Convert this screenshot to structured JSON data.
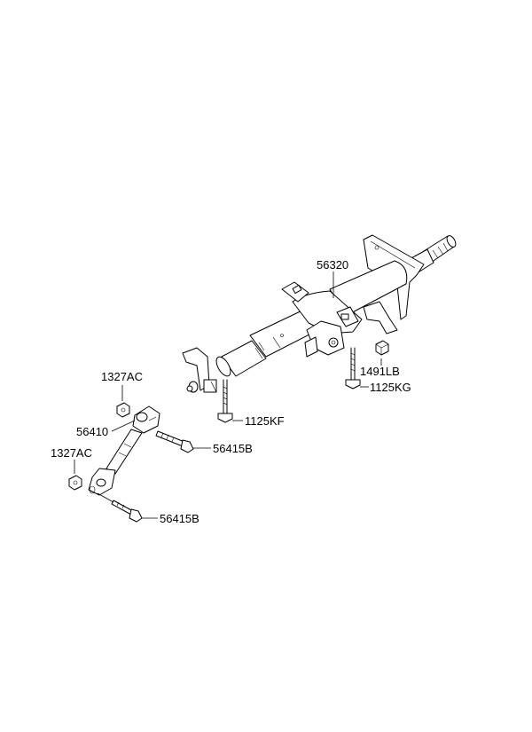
{
  "labels": {
    "column_assy": "56320",
    "nut_top": "1327AC",
    "ujoint": "56410",
    "bolt_right": "56415B",
    "nut_lower": "1327AC",
    "bolt_lower": "56415B",
    "bolt_kf": "1125KF",
    "bolt_kg": "1125KG",
    "nut_lb": "1491LB"
  }
}
